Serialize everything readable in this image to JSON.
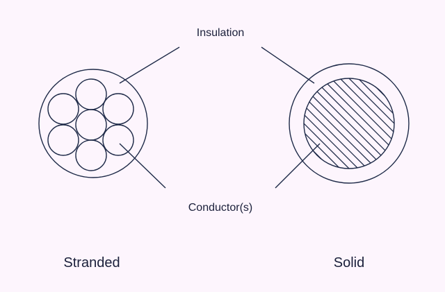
{
  "labels": {
    "insulation": "Insulation",
    "conductors": "Conductor(s)",
    "stranded": "Stranded",
    "solid": "Solid"
  },
  "colors": {
    "background": "#fdf5fd",
    "ink": "#1e2a48",
    "text": "#1a1f3a"
  },
  "stranded_cable": {
    "outer_strand_count": 6,
    "center_strand_count": 1
  },
  "solid_cable": {
    "conductor_fill": "diagonal-hatch"
  }
}
